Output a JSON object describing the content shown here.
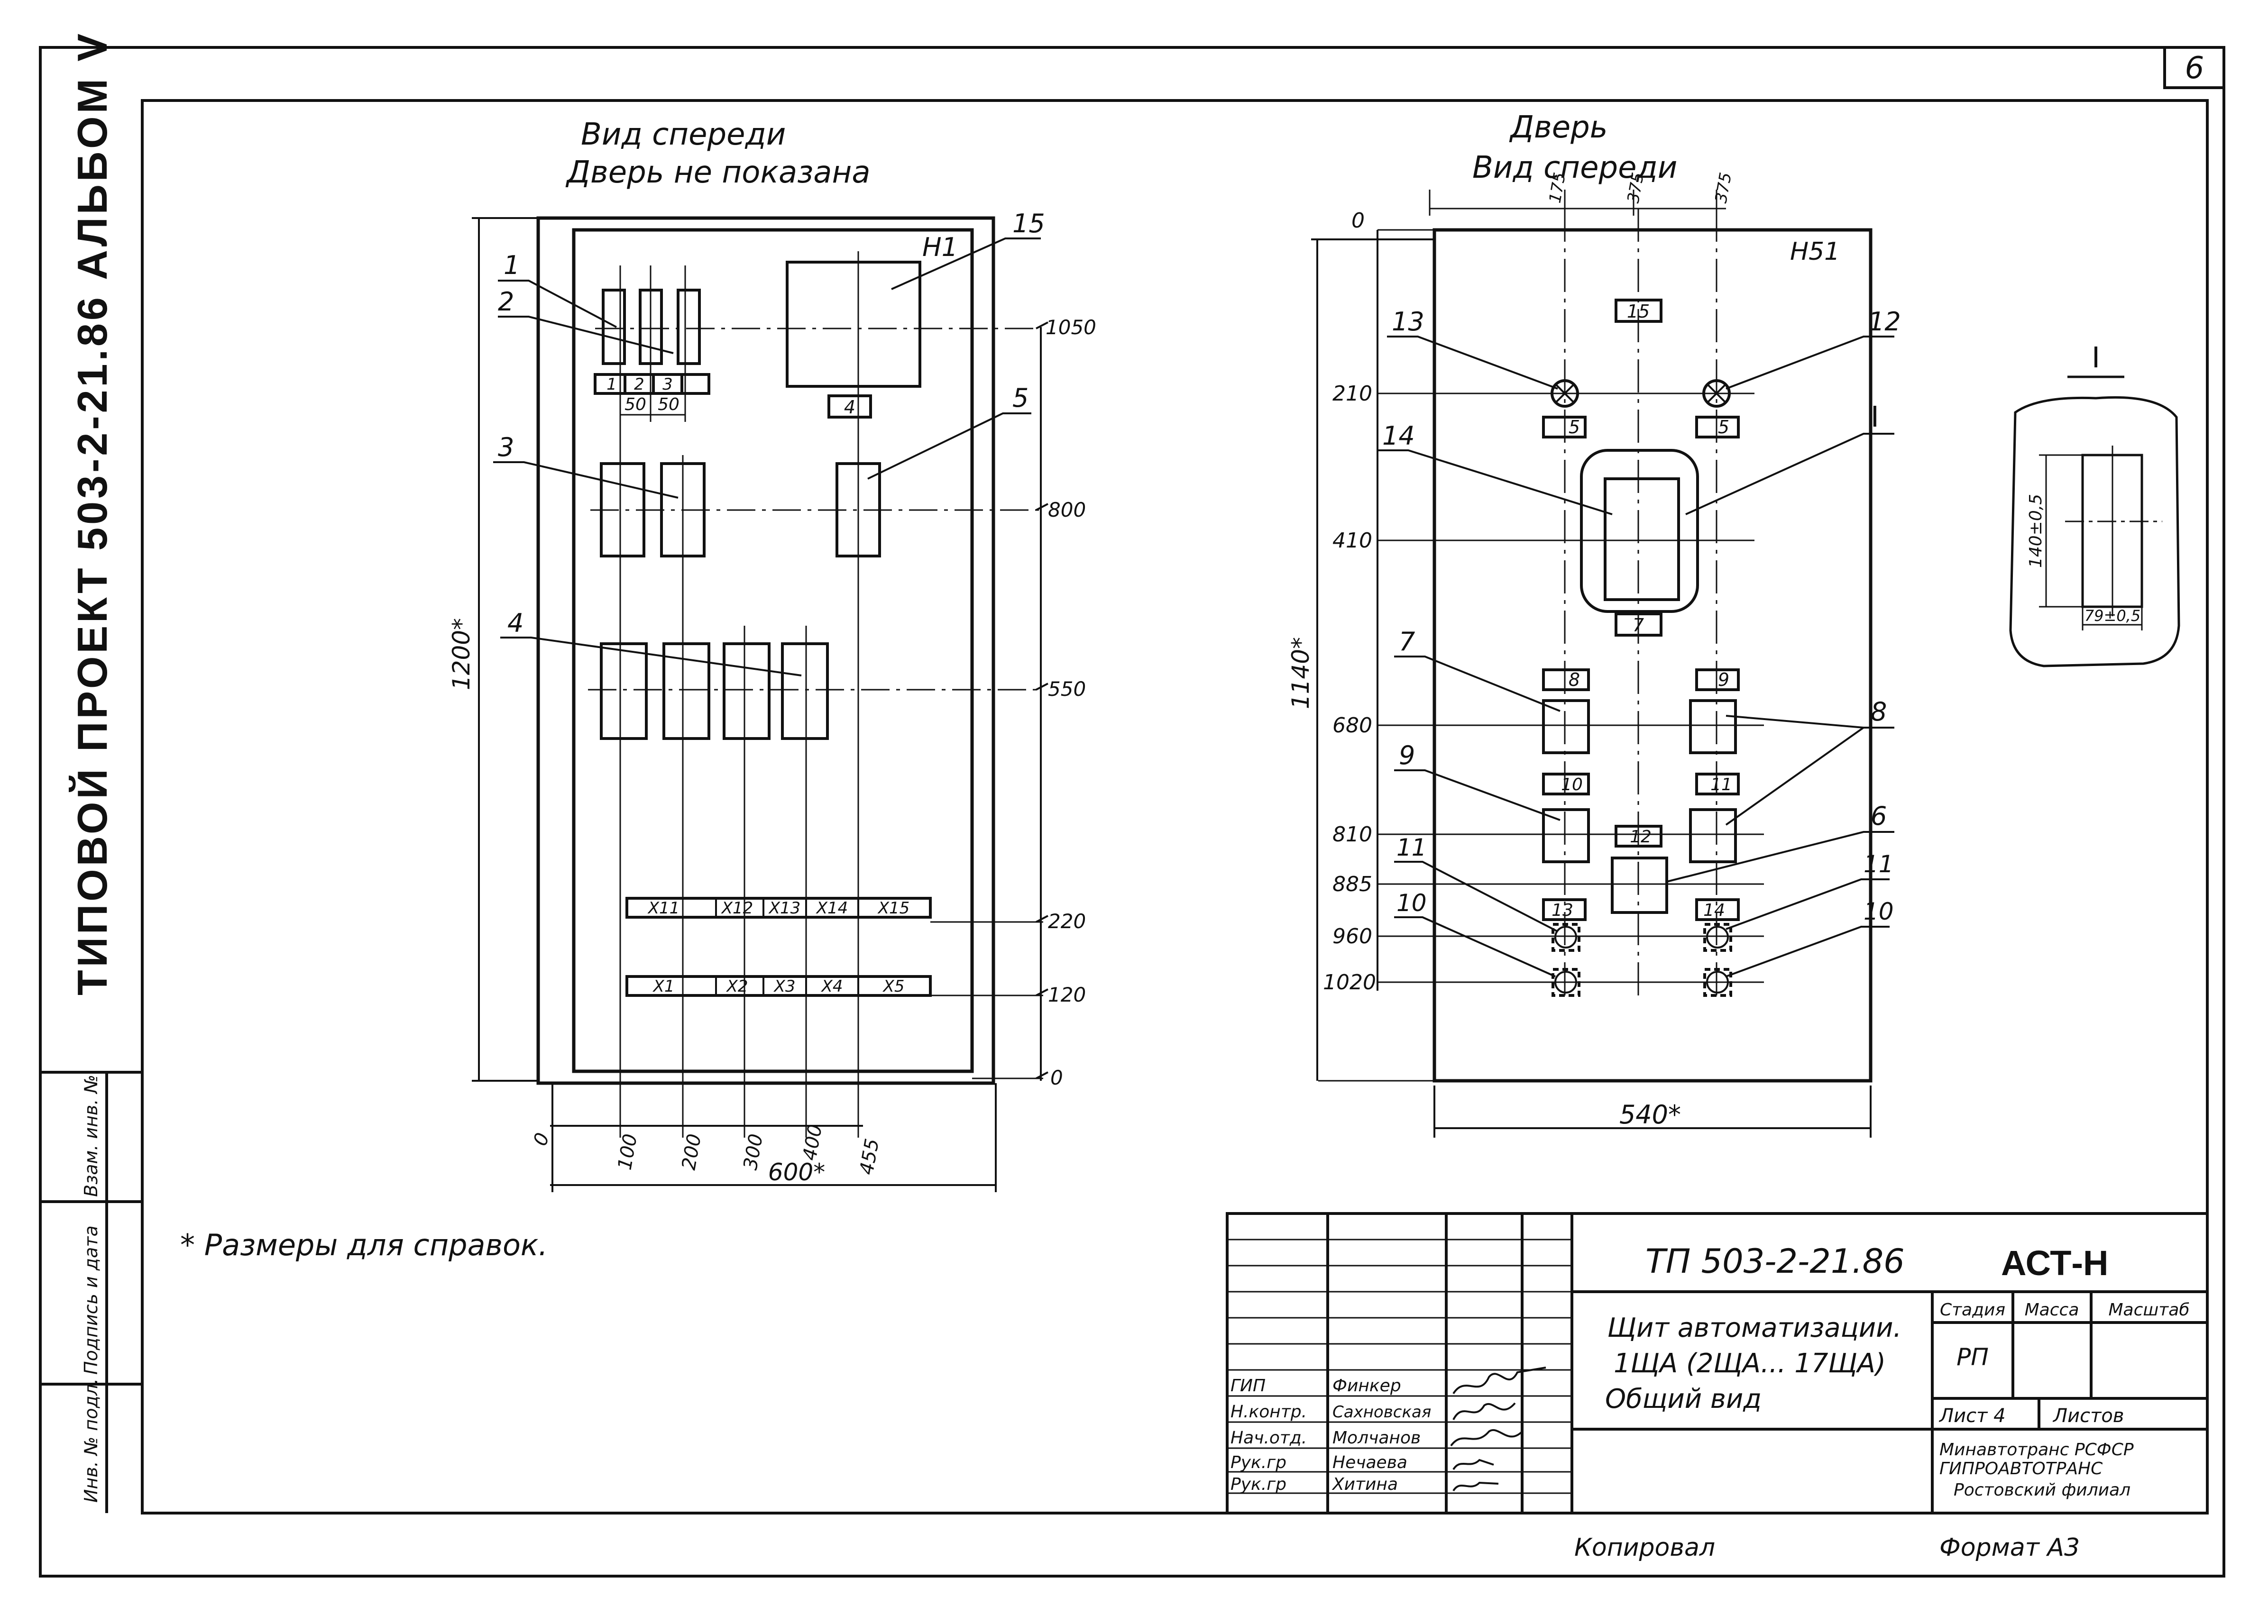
{
  "page_number": "6",
  "side_stamp": {
    "project_title": "ТИПОВОЙ ПРОЕКТ 503-2-21.86 АЛЬБОМ V",
    "field_labels": [
      "Инв. № подл.",
      "Подпись и дата",
      "Взам. инв. №"
    ]
  },
  "front_view": {
    "title_line1": "Вид спереди",
    "title_line2": "Дверь не показана",
    "panel_label": "H1",
    "leaders": [
      "1",
      "2",
      "3",
      "4",
      "5",
      "15"
    ],
    "small_tags": [
      "1",
      "2",
      "3",
      "4"
    ],
    "spacing_dims": [
      "50",
      "50"
    ],
    "terminals_top": [
      "X11",
      "X12",
      "X13",
      "X14",
      "X15"
    ],
    "terminals_bottom": [
      "X1",
      "X2",
      "X3",
      "X4",
      "X5"
    ],
    "height_levels": [
      "1050",
      "800",
      "550",
      "220",
      "120",
      "0"
    ],
    "height_total": "1200*",
    "width_dims": [
      "0",
      "100",
      "200",
      "300",
      "400",
      "455"
    ],
    "width_total": "600*"
  },
  "door_view": {
    "title_line1": "Дверь",
    "title_line2": "Вид спереди",
    "panel_label": "H51",
    "top_dims": [
      "175",
      "375",
      "375"
    ],
    "levels": [
      "0",
      "210",
      "410",
      "680",
      "810",
      "885",
      "960",
      "1020"
    ],
    "height_total": "1140*",
    "width_total": "540*",
    "leaders": [
      "13",
      "12",
      "14",
      "I",
      "7",
      "8",
      "9",
      "6",
      "11",
      "11",
      "10",
      "10"
    ],
    "tags": [
      "15",
      "5",
      "5",
      "7",
      "8",
      "9",
      "10",
      "11",
      "12",
      "13",
      "14"
    ]
  },
  "detail": {
    "label": "I",
    "dim_height": "140±0,5",
    "dim_width": "79±0,5"
  },
  "note": "* Размеры для справок.",
  "title_block": {
    "designation": "ТП 503-2-21.86",
    "code": "АСТ-Н",
    "name_line1": "Щит автоматизации.",
    "name_line2": "1ЩА (2ЩА... 17ЩА)",
    "name_line3": "Общий вид",
    "col_stage": "Стадия",
    "col_mass": "Масса",
    "col_scale": "Масштаб",
    "stage_value": "РП",
    "sheet_label": "Лист 4",
    "sheets_label": "Листов",
    "org_line1": "Минавтотранс РСФСР",
    "org_line2": "ГИПРОАВТОТРАНС",
    "org_line3": "Ростовский филиал",
    "roles": [
      "ГИП",
      "Н.контр.",
      "Нач.отд.",
      "Рук.гр",
      "Рук.гр"
    ],
    "names": [
      "Финкер",
      "Сахновская",
      "Молчанов",
      "Нечаева",
      "Хитина"
    ]
  },
  "footer": {
    "copied": "Копировал",
    "format": "Формат А3"
  }
}
